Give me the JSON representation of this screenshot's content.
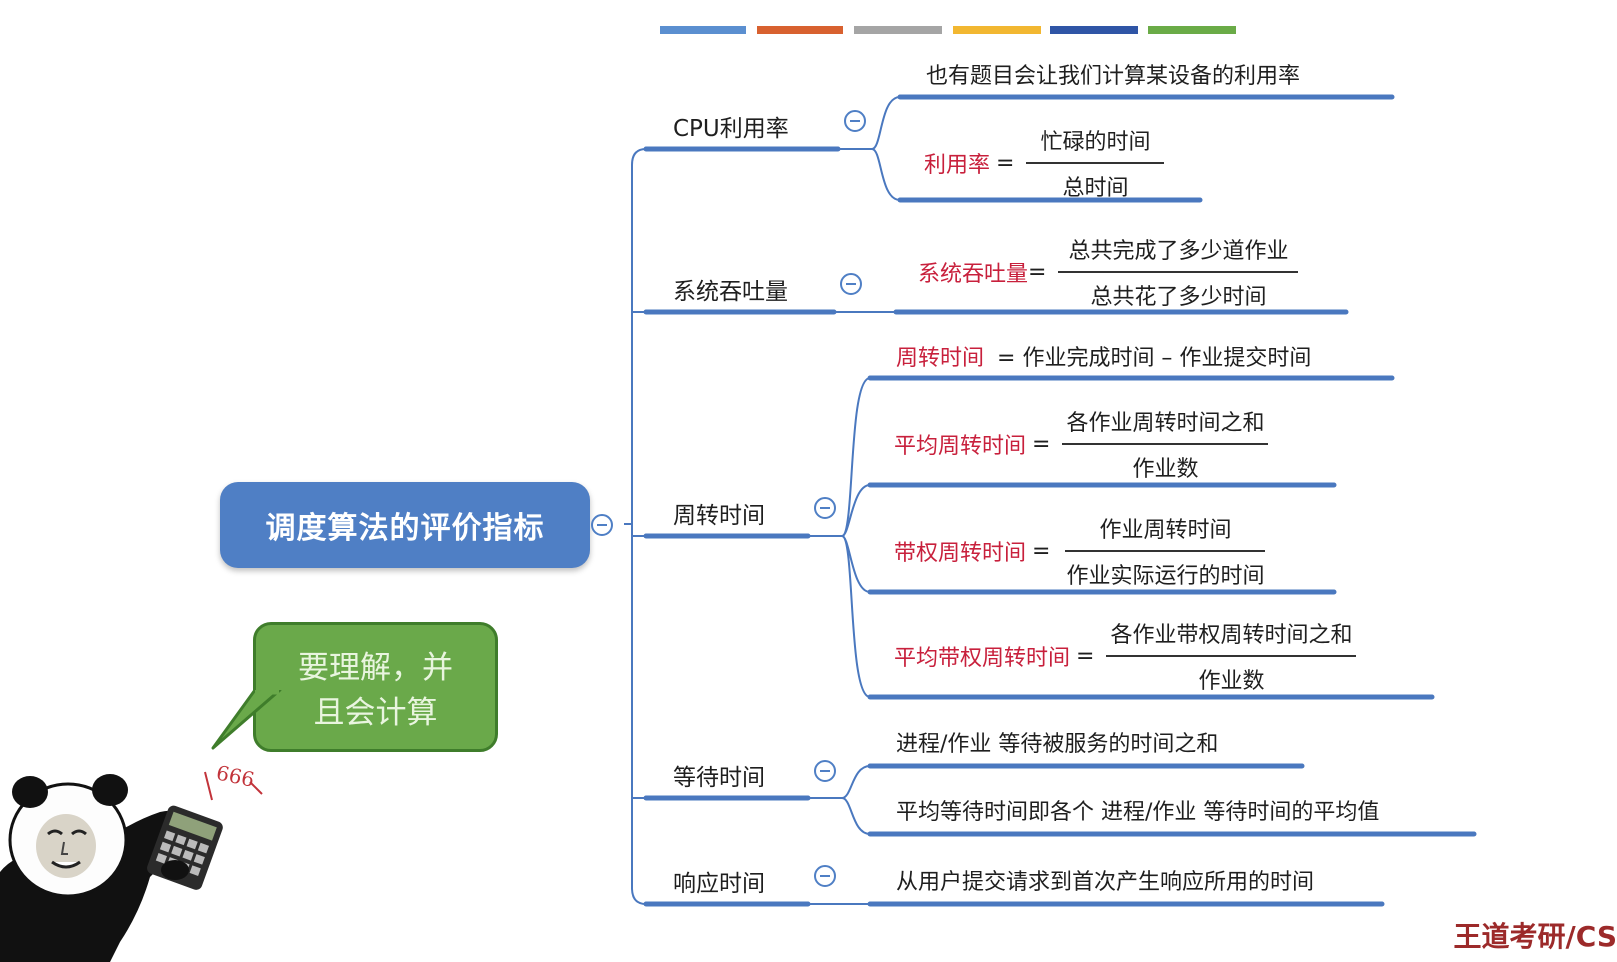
{
  "palette": [
    "#5b8fd0",
    "#d8612f",
    "#a5a5a5",
    "#f2b731",
    "#2f55a6",
    "#6aab47"
  ],
  "accent_line": "#4a78bf",
  "root": {
    "label": "调度算法的评价指标"
  },
  "bubble": {
    "line1": "要理解，并",
    "line2": "且会计算"
  },
  "meme": {
    "scribble": "666"
  },
  "branches": {
    "cpu": {
      "label": "CPU利用率",
      "note": "也有题目会让我们计算某设备的利用率",
      "formula": {
        "name": "利用率",
        "eq": "=",
        "num": "忙碌的时间",
        "den": "总时间"
      }
    },
    "throughput": {
      "label": "系统吞吐量",
      "formula": {
        "name": "系统吞吐量",
        "eq": "=",
        "num": "总共完成了多少道作业",
        "den": "总共花了多少时间"
      }
    },
    "turnaround": {
      "label": "周转时间",
      "def": {
        "name": "周转时间",
        "rest": "= 作业完成时间 – 作业提交时间"
      },
      "avg": {
        "name": "平均周转时间",
        "eq": "=",
        "num": "各作业周转时间之和",
        "den": "作业数"
      },
      "weighted": {
        "name": "带权周转时间",
        "eq": "=",
        "num": "作业周转时间",
        "den": "作业实际运行的时间"
      },
      "avg_weighted": {
        "name": "平均带权周转时间",
        "eq": "=",
        "num": "各作业带权周转时间之和",
        "den": "作业数"
      }
    },
    "waiting": {
      "label": "等待时间",
      "item1": "进程/作业 等待被服务的时间之和",
      "item2": "平均等待时间即各个 进程/作业 等待时间的平均值"
    },
    "response": {
      "label": "响应时间",
      "item1": "从用户提交请求到首次产生响应所用的时间"
    }
  },
  "watermark": "王道考研/CS"
}
